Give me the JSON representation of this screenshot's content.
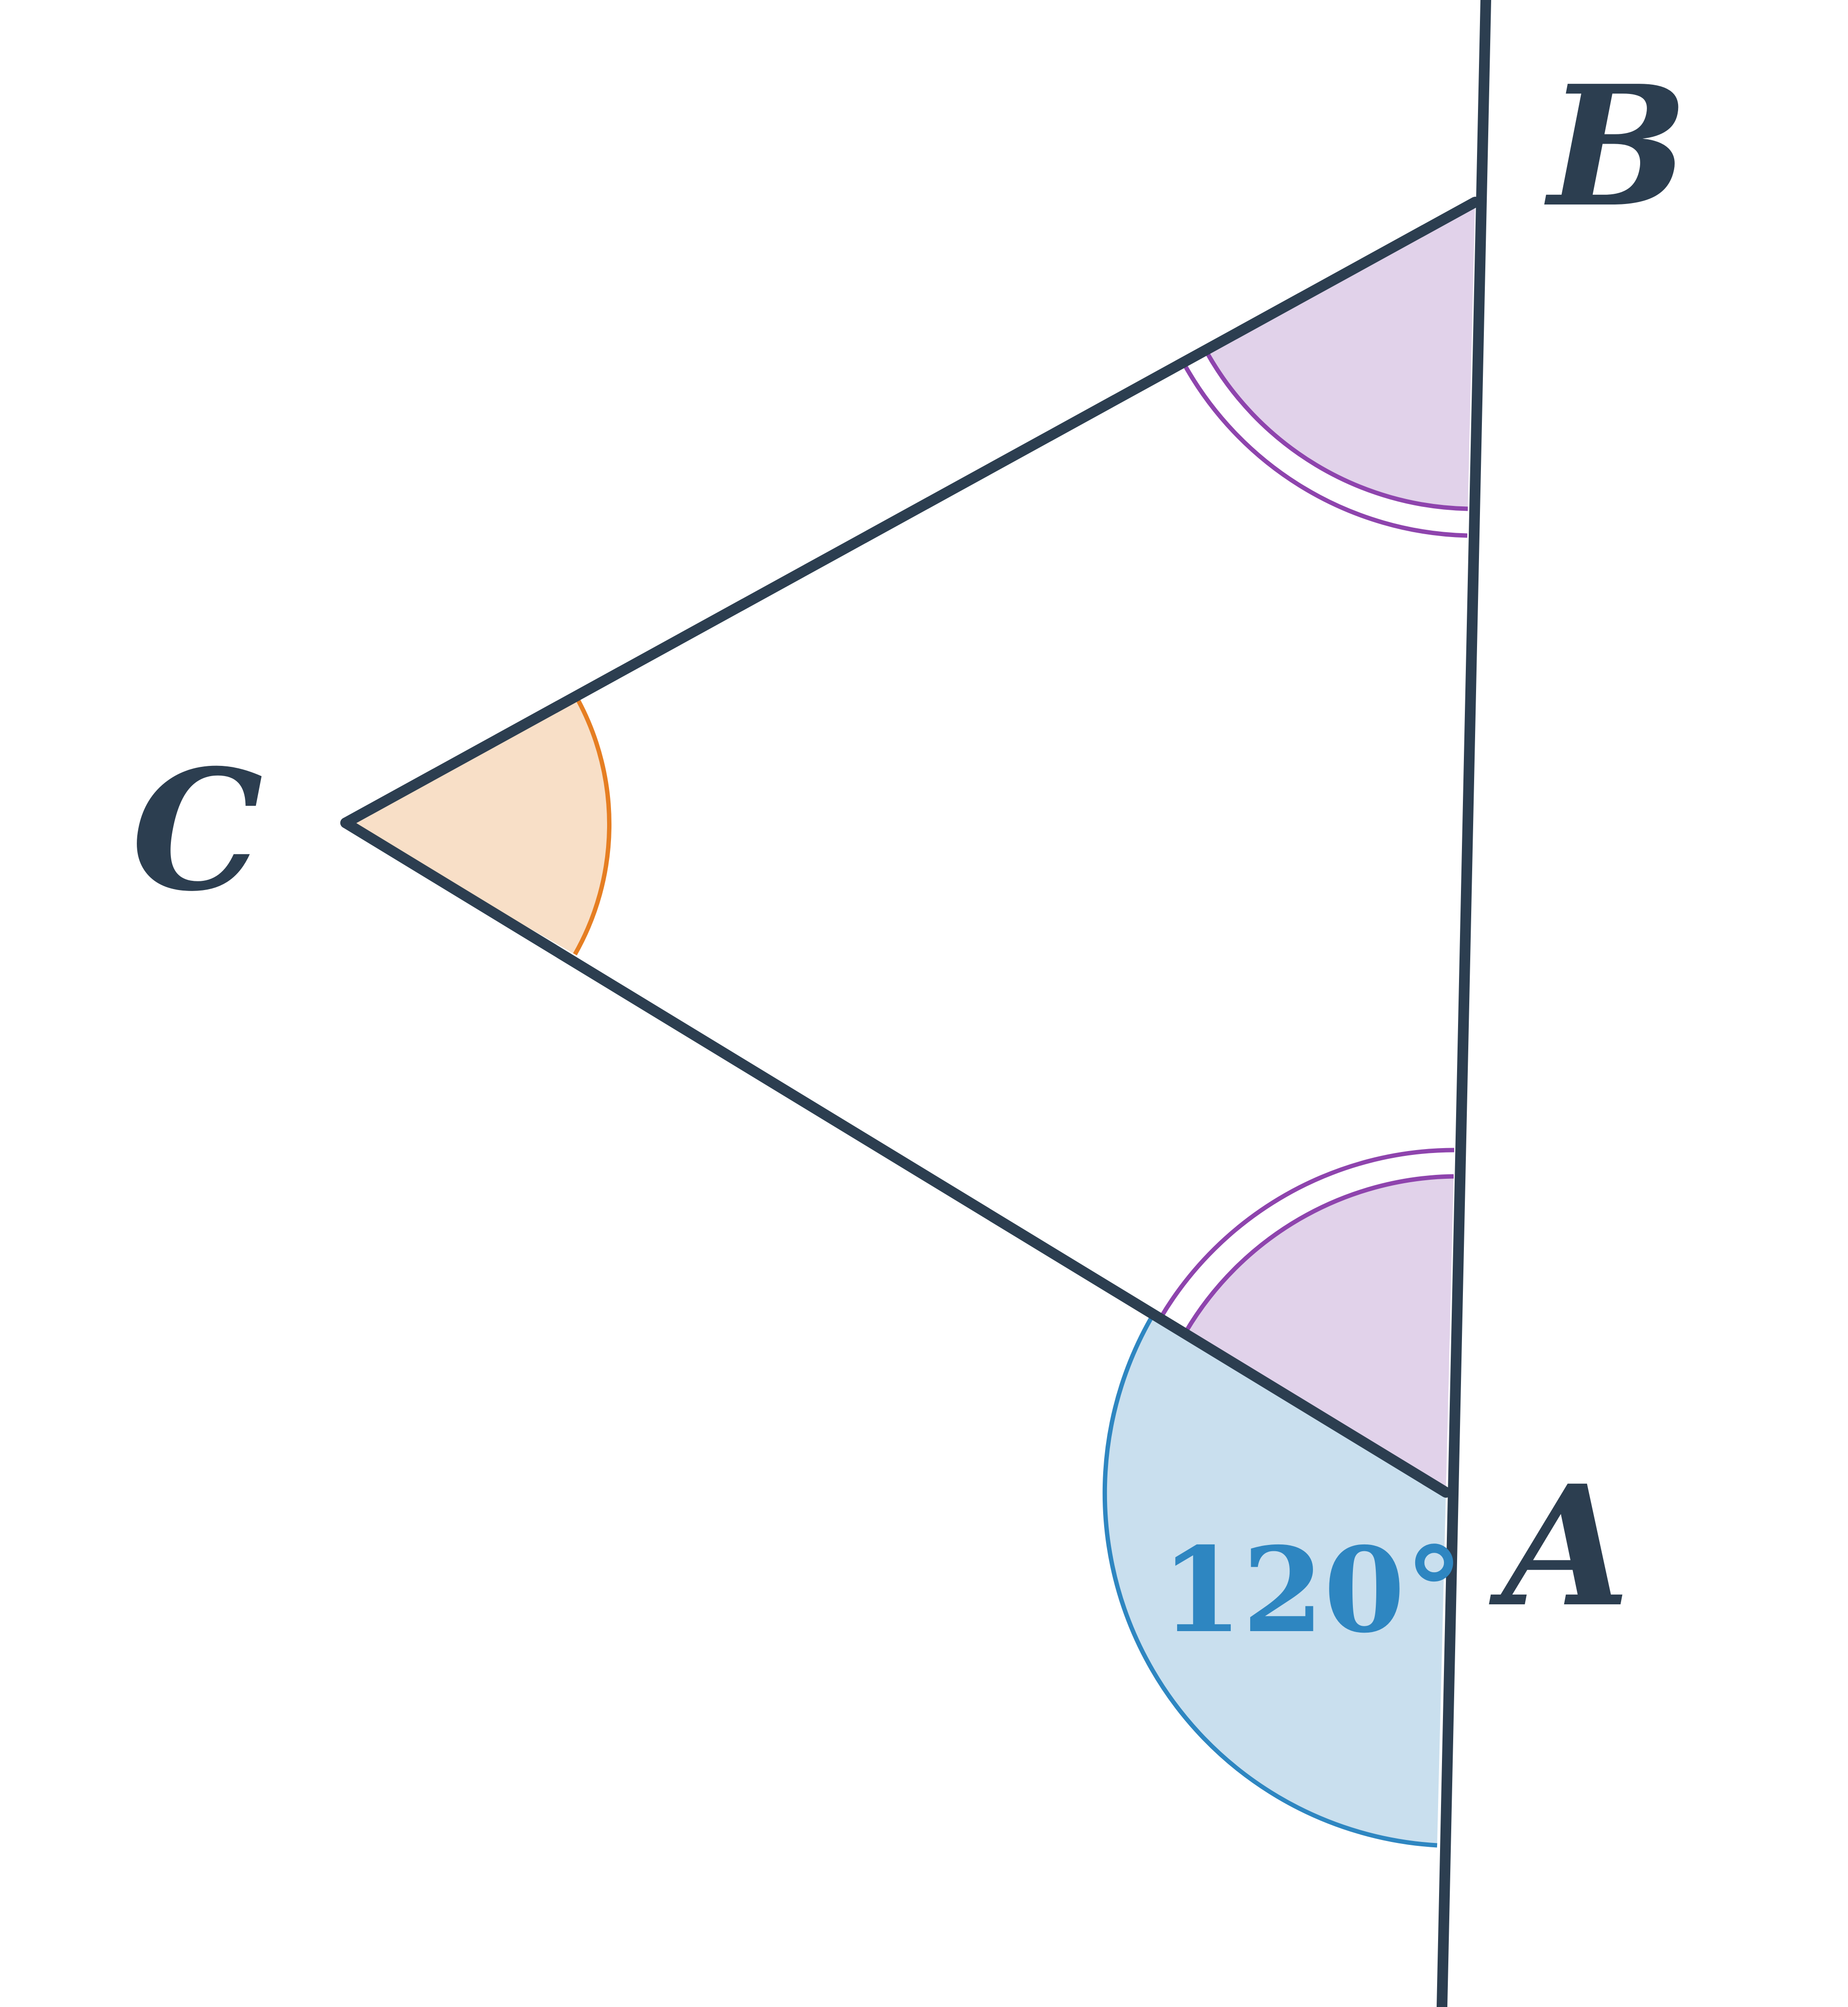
{
  "vertices": {
    "A": {
      "label": "A"
    },
    "B": {
      "label": "B"
    },
    "C": {
      "label": "C"
    }
  },
  "angles": {
    "exterior_A": {
      "label": "120°"
    }
  },
  "colors": {
    "line": "#2c3e50",
    "exterior_fill": "#c9dfee",
    "exterior_stroke": "#2e86c1",
    "equal_fill": "#e1d2ea",
    "equal_stroke": "#8e44ad",
    "vertex_c_fill": "#f8dfc7",
    "vertex_c_stroke": "#e67e22",
    "label_dark": "#2c3e50",
    "label_blue": "#2e86c1"
  }
}
